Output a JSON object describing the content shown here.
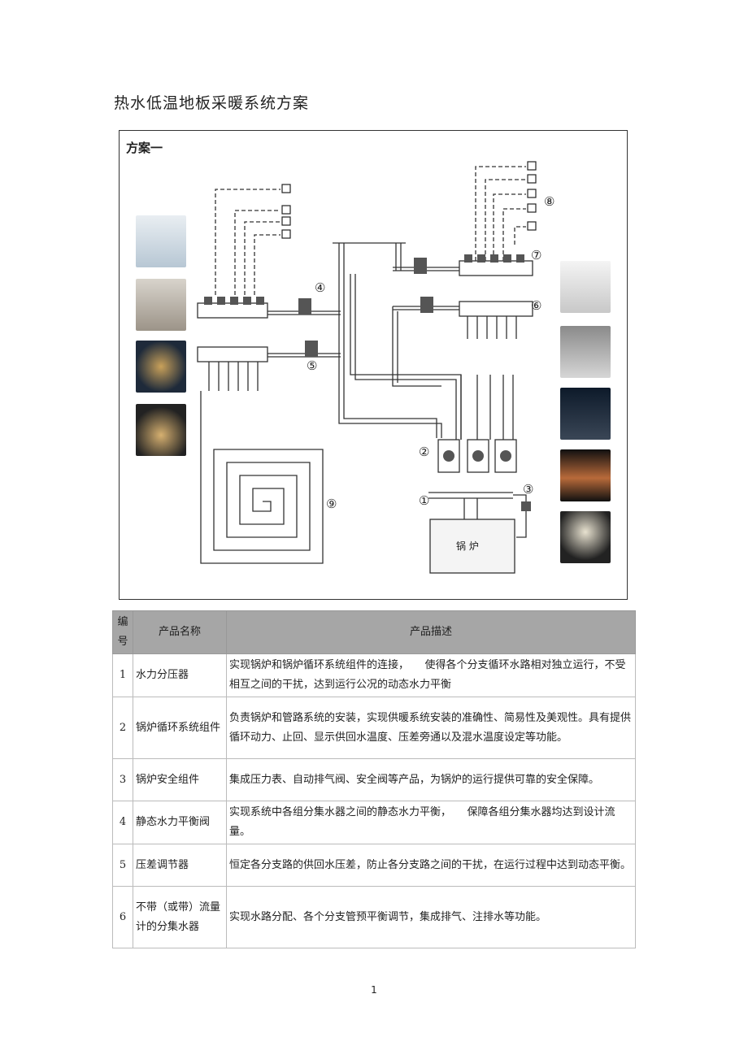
{
  "doc": {
    "title": "热水低温地板采暖系统方案",
    "page_number": "1"
  },
  "figure": {
    "label": "方案一",
    "boiler_label": "锅  炉",
    "callouts": [
      "①",
      "②",
      "③",
      "④",
      "⑤",
      "⑥",
      "⑦",
      "⑧",
      "⑨"
    ]
  },
  "table": {
    "headers": {
      "num": "编号",
      "name": "产品名称",
      "desc": "产品描述"
    },
    "rows": [
      {
        "num": "1",
        "name": "水力分压器",
        "desc": "实现锅炉和锅炉循环系统组件的连接，　　使得各个分支循环水路相对独立运行，不受相互之间的干扰，达到运行公况的动态水力平衡"
      },
      {
        "num": "2",
        "name": "锅炉循环系统组件",
        "desc": "负责锅炉和管路系统的安装，实现供暖系统安装的准确性、简易性及美观性。具有提供循环动力、止回、显示供回水温度、压差旁通以及混水温度设定等功能。"
      },
      {
        "num": "3",
        "name": "锅炉安全组件",
        "desc": "集成压力表、自动排气阀、安全阀等产品，为锅炉的运行提供可靠的安全保障。"
      },
      {
        "num": "4",
        "name": "静态水力平衡阀",
        "desc": "实现系统中各组分集水器之间的静态水力平衡，　　保障各组分集水器均达到设计流量。"
      },
      {
        "num": "5",
        "name": "压差调节器",
        "desc": "恒定各分支路的供回水压差，防止各分支路之间的干扰，在运行过程中达到动态平衡。"
      },
      {
        "num": "6",
        "name": "不带（或带）流量计的分集水器",
        "desc": "实现水路分配、各个分支管预平衡调节，集成排气、注排水等功能。"
      }
    ]
  }
}
